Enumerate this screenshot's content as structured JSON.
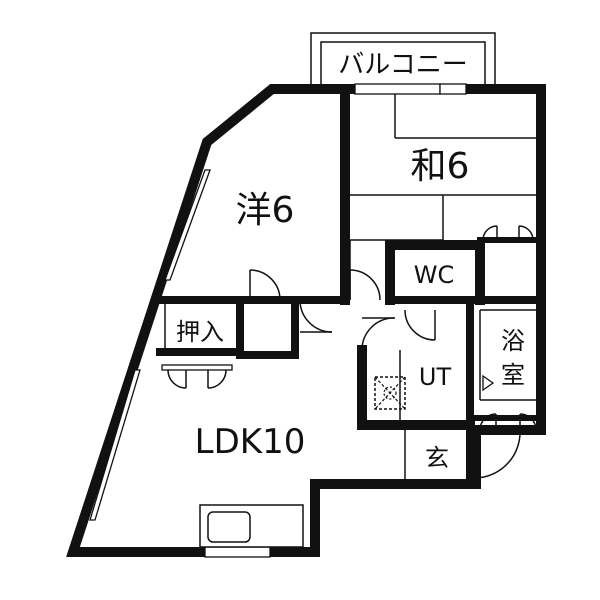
{
  "rooms": {
    "balcony": "バルコニー",
    "washitsu": "和6",
    "youshitsu": "洋6",
    "wc": "WC",
    "oshiire": "押入",
    "ut": "UT",
    "bath_line1": "浴",
    "bath_line2": "室",
    "ldk": "LDK10",
    "genkan": "玄"
  },
  "colors": {
    "wall": "#111111",
    "background": "#ffffff"
  }
}
